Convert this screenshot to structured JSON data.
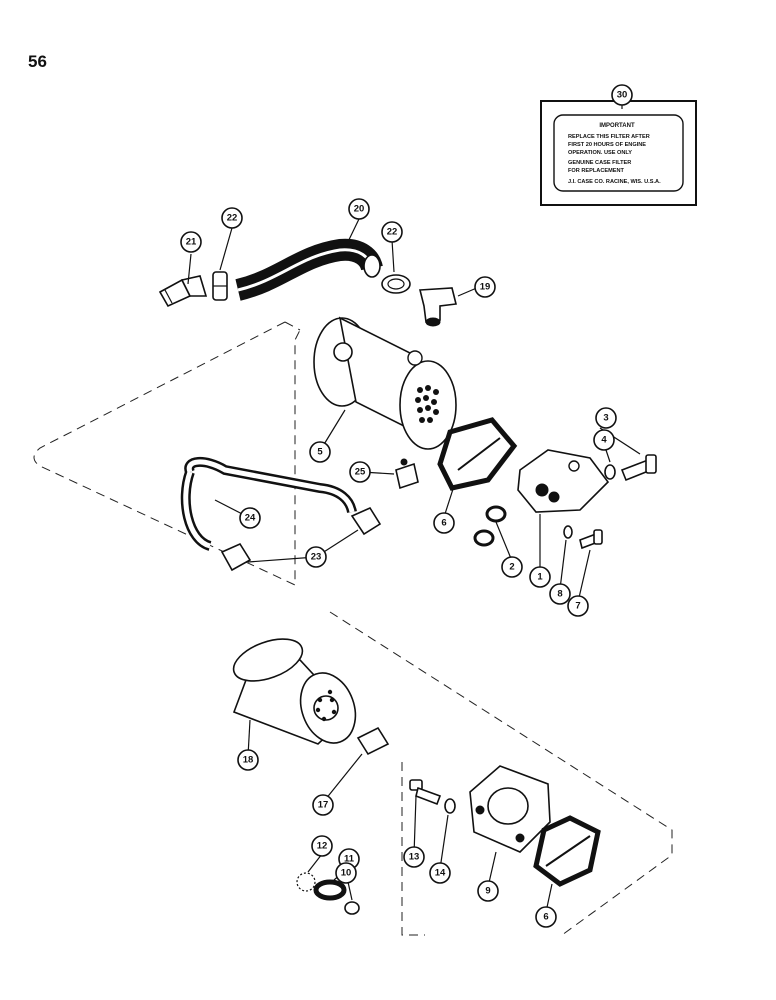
{
  "page": {
    "number": "56"
  },
  "decal": {
    "callout": "30",
    "title": "IMPORTANT",
    "lines": [
      "REPLACE THIS FILTER AFTER",
      "FIRST 20 HOURS OF ENGINE",
      "OPERATION. USE ONLY",
      "GENUINE CASE FILTER",
      "FOR REPLACEMENT",
      "J.I. CASE CO. RACINE, WIS. U.S.A."
    ]
  },
  "callouts": {
    "c1": "1",
    "c2": "2",
    "c3": "3",
    "c4": "4",
    "c5": "5",
    "c6a": "6",
    "c6b": "6",
    "c7": "7",
    "c8": "8",
    "c9": "9",
    "c10": "10",
    "c11": "11",
    "c12": "12",
    "c13": "13",
    "c14": "14",
    "c17": "17",
    "c18": "18",
    "c19": "19",
    "c20": "20",
    "c21": "21",
    "c22a": "22",
    "c22b": "22",
    "c23": "23",
    "c24": "24",
    "c25": "25"
  }
}
